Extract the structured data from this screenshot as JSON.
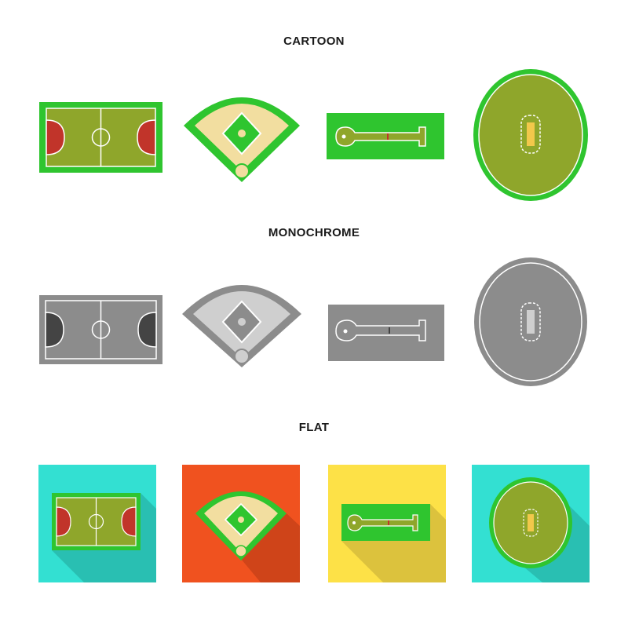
{
  "sections": {
    "cartoon": {
      "title": "CARTOON"
    },
    "monochrome": {
      "title": "MONOCHROME"
    },
    "flat": {
      "title": "FLAT"
    }
  },
  "icons": [
    "futsal-field-icon",
    "baseball-diamond-icon",
    "mini-golf-course-icon",
    "cricket-stadium-icon"
  ],
  "colors": {
    "cartoon_grass": "#2fc52f",
    "cartoon_field": "#8fa62b",
    "cartoon_sand": "#f2dea0",
    "cartoon_goal": "#c1342a",
    "mono_fill": "#8c8c8c",
    "mono_dark": "#444444",
    "mono_light": "#cfcfcf",
    "flat_bg_cyan": "#33e0d2",
    "flat_bg_orange": "#f0521f",
    "flat_bg_yellow": "#fde147"
  }
}
